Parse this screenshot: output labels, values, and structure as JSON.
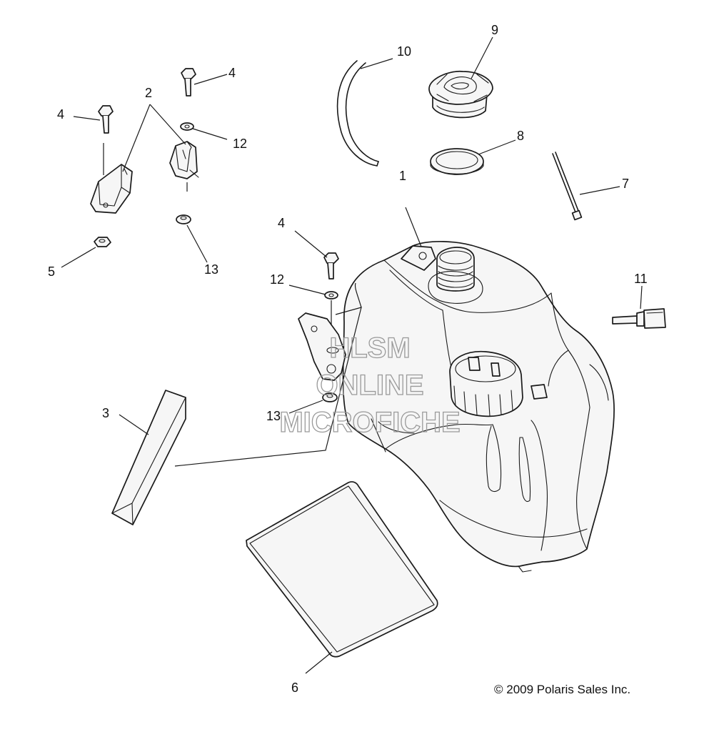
{
  "callouts": {
    "c1": "1",
    "c2": "2",
    "c3": "3",
    "c4a": "4",
    "c4b": "4",
    "c4c": "4",
    "c5": "5",
    "c6": "6",
    "c7": "7",
    "c8": "8",
    "c9": "9",
    "c10": "10",
    "c11": "11",
    "c12a": "12",
    "c12b": "12",
    "c13a": "13",
    "c13b": "13"
  },
  "copyright": "© 2009 Polaris Sales Inc.",
  "watermark": {
    "line1": "HLSM",
    "line2": "ONLINE",
    "line3": "MICROFICHE"
  }
}
